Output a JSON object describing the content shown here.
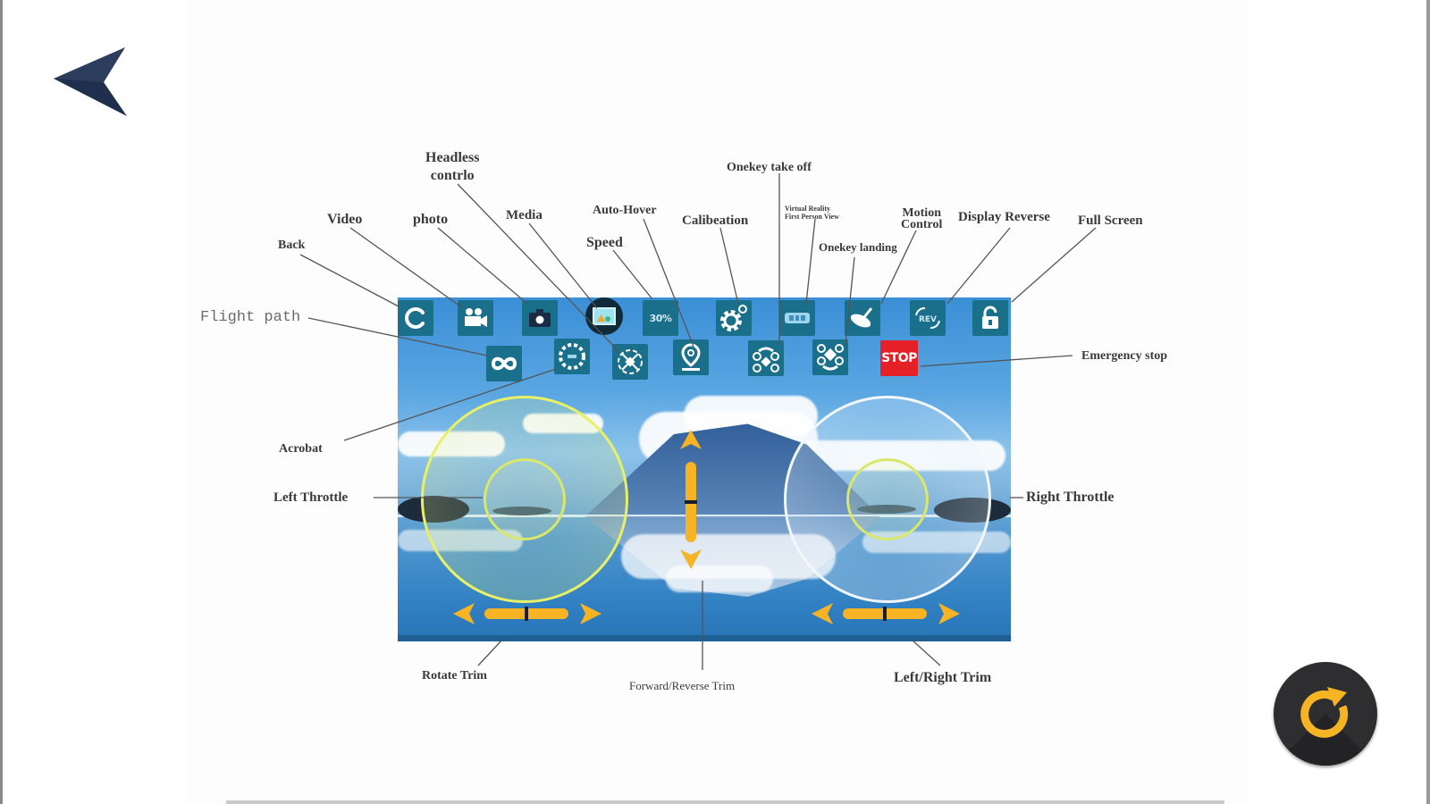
{
  "navigation": {
    "back_icon": "back-arrow-icon",
    "refresh_icon": "refresh-icon"
  },
  "colors": {
    "panel_blue": "#3b8fd6",
    "icon_teal": "#1a6f8a",
    "stop_red": "#e52127",
    "trim_yellow": "#f6b323",
    "refresh_bg": "#2e2e30",
    "refresh_arrow": "#f6b323",
    "back_arrow": "#1f2f4d"
  },
  "diagram": {
    "top_row_buttons": [
      {
        "id": "back",
        "icon": "refresh-back-icon"
      },
      {
        "id": "video",
        "icon": "video-camera-icon"
      },
      {
        "id": "photo",
        "icon": "camera-icon"
      },
      {
        "id": "media",
        "icon": "gallery-icon"
      },
      {
        "id": "speed",
        "icon": "speed-icon",
        "text": "30%"
      },
      {
        "id": "calibration",
        "icon": "gear-icon"
      },
      {
        "id": "vr",
        "icon": "vr-headset-icon"
      },
      {
        "id": "motion-control",
        "icon": "satellite-dish-icon"
      },
      {
        "id": "display-reverse",
        "icon": "rev-icon",
        "text": "REV"
      },
      {
        "id": "full-screen",
        "icon": "unlock-icon"
      }
    ],
    "bottom_row_buttons": [
      {
        "id": "flight-path",
        "icon": "infinity-icon"
      },
      {
        "id": "acrobat",
        "icon": "flip-circle-icon"
      },
      {
        "id": "headless",
        "icon": "drone-headless-icon"
      },
      {
        "id": "auto-hover",
        "icon": "location-pin-icon"
      },
      {
        "id": "onekey-takeoff",
        "icon": "drone-takeoff-icon"
      },
      {
        "id": "onekey-landing",
        "icon": "drone-landing-icon"
      },
      {
        "id": "emergency-stop",
        "icon": "stop-icon",
        "text": "STOP"
      }
    ],
    "labels": {
      "back": "Back",
      "video": "Video",
      "photo": "photo",
      "headless_line1": "Headless",
      "headless_line2": "contrlo",
      "media": "Media",
      "auto_hover": "Auto-Hover",
      "speed": "Speed",
      "calibration": "Calibeation",
      "onekey_takeoff": "Onekey take off",
      "vr_line1": "Virtual Reality",
      "vr_line2": "First Person View",
      "onekey_landing": "Onekey landing",
      "motion_line1": "Motion",
      "motion_line2": "Control",
      "display_reverse": "Display Reverse",
      "full_screen": "Full Screen",
      "flight_path": "Flight path",
      "emergency_stop": "Emergency stop",
      "acrobat": "Acrobat",
      "left_throttle": "Left Throttle",
      "right_throttle": "Right Throttle",
      "rotate_trim": "Rotate Trim",
      "forward_reverse_trim": "Forward/Reverse Trim",
      "left_right_trim": "Left/Right Trim"
    }
  }
}
